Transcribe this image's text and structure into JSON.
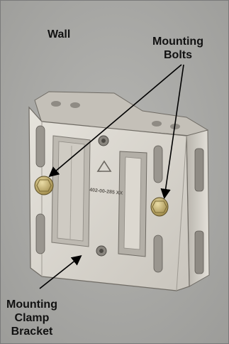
{
  "labels": {
    "wall": "Wall",
    "bolts": [
      "Mounting",
      "Bolts"
    ],
    "bracket": [
      "Mounting",
      "Clamp",
      "Bracket"
    ]
  },
  "part_number": "402-00-285 XX",
  "colors": {
    "wall": "#a9a9a7",
    "bracket_face": "#d8d4cc",
    "bracket_shadow": "#8c8880",
    "bolt": "#c9b16a",
    "arrow": "#000000"
  }
}
